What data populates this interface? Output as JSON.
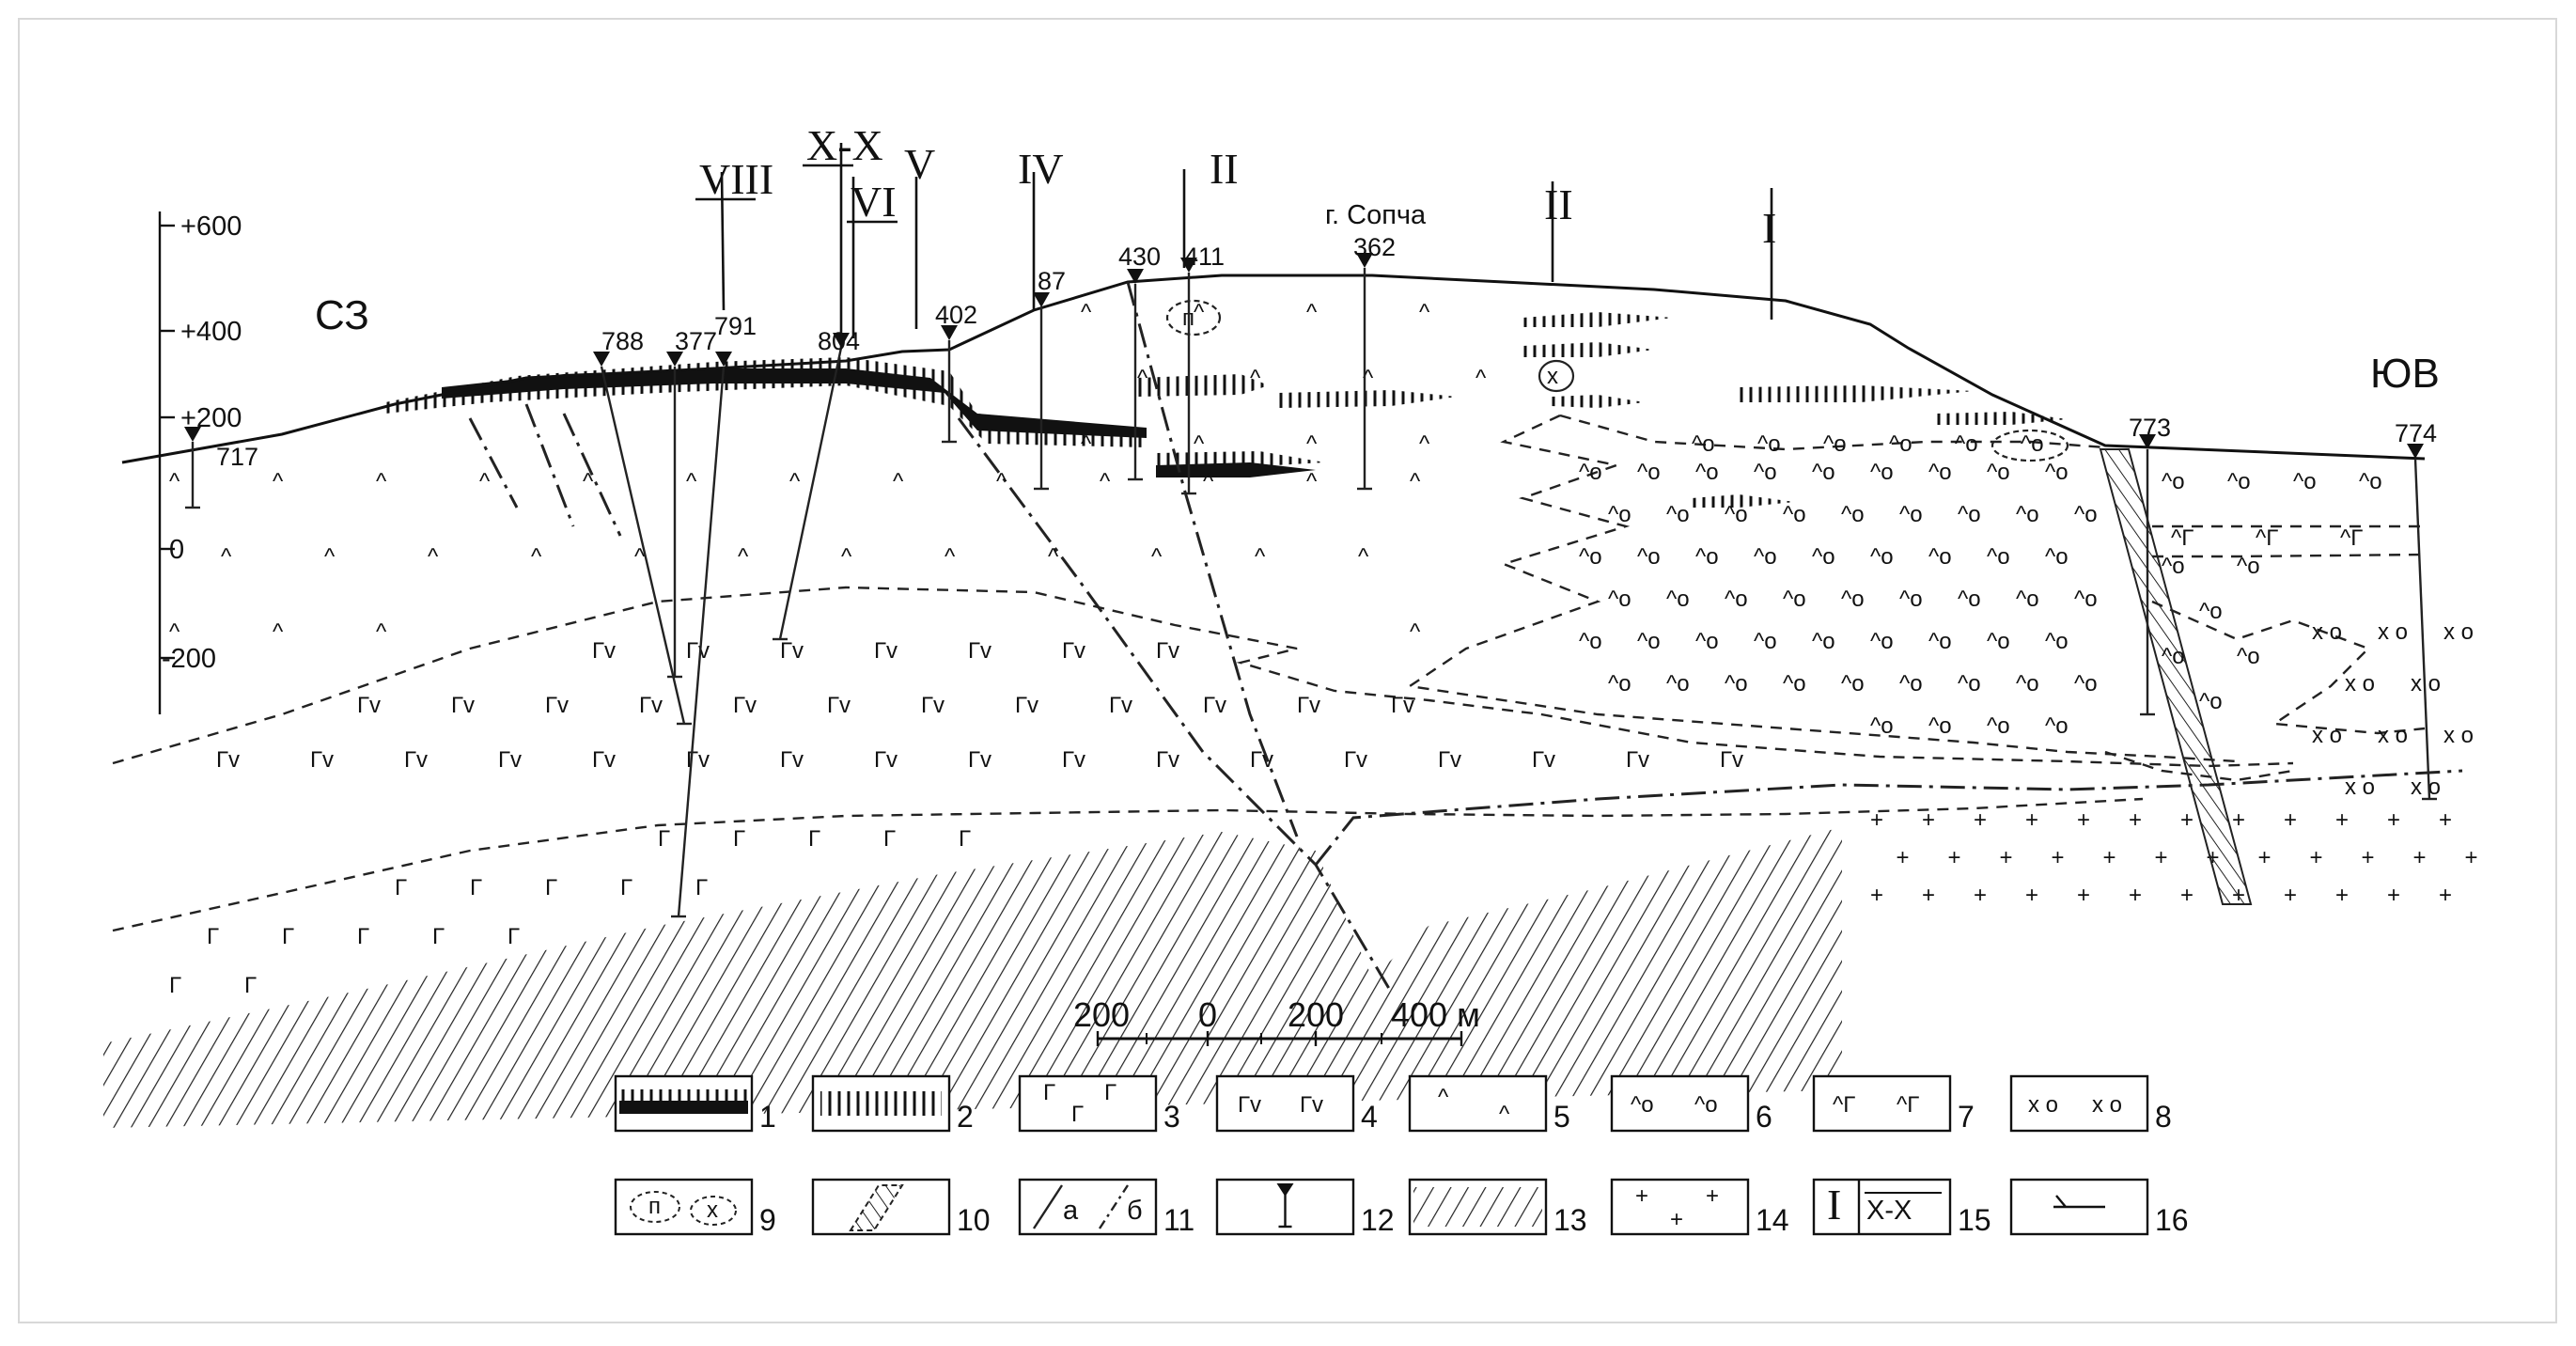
{
  "directions": {
    "left": "СЗ",
    "right": "ЮВ"
  },
  "mountain": "г. Сопча",
  "elevation_axis": [
    "+600",
    "+400",
    "+200",
    "0",
    "-200"
  ],
  "profiles": [
    {
      "id": "VIII",
      "label": "VIII"
    },
    {
      "id": "X-X",
      "label": "X-X"
    },
    {
      "id": "VI",
      "label": "VI"
    },
    {
      "id": "V",
      "label": "V"
    },
    {
      "id": "IV",
      "label": "IV"
    },
    {
      "id": "II-a",
      "label": "II"
    },
    {
      "id": "II-b",
      "label": "II"
    },
    {
      "id": "I",
      "label": "I"
    }
  ],
  "wells": [
    "717",
    "788",
    "377",
    "791",
    "804",
    "402",
    "87",
    "430",
    "411",
    "362",
    "773",
    "774"
  ],
  "scale_bar": {
    "labels": [
      "200",
      "0",
      "200",
      "400 м"
    ]
  },
  "legend": [
    {
      "num": "1",
      "pattern": "ore-layer-solid"
    },
    {
      "num": "2",
      "pattern": "ore-layer-hatched"
    },
    {
      "num": "3",
      "pattern": "gabbro"
    },
    {
      "num": "4",
      "pattern": "gabbronorite"
    },
    {
      "num": "5",
      "pattern": "norite"
    },
    {
      "num": "6",
      "pattern": "olivine-norite"
    },
    {
      "num": "7",
      "pattern": "gabbro-norite-mixed"
    },
    {
      "num": "8",
      "pattern": "olivine-pyroxenite"
    },
    {
      "num": "9",
      "pattern": "xenoliths"
    },
    {
      "num": "10",
      "pattern": "dike"
    },
    {
      "num": "11",
      "pattern": "boundaries",
      "labels": [
        "а",
        "б"
      ]
    },
    {
      "num": "12",
      "pattern": "borehole"
    },
    {
      "num": "13",
      "pattern": "basement-gneiss"
    },
    {
      "num": "14",
      "pattern": "granite"
    },
    {
      "num": "15",
      "pattern": "profile-lines",
      "labels": [
        "I",
        "X-X"
      ]
    },
    {
      "num": "16",
      "pattern": "bedding-element"
    }
  ]
}
